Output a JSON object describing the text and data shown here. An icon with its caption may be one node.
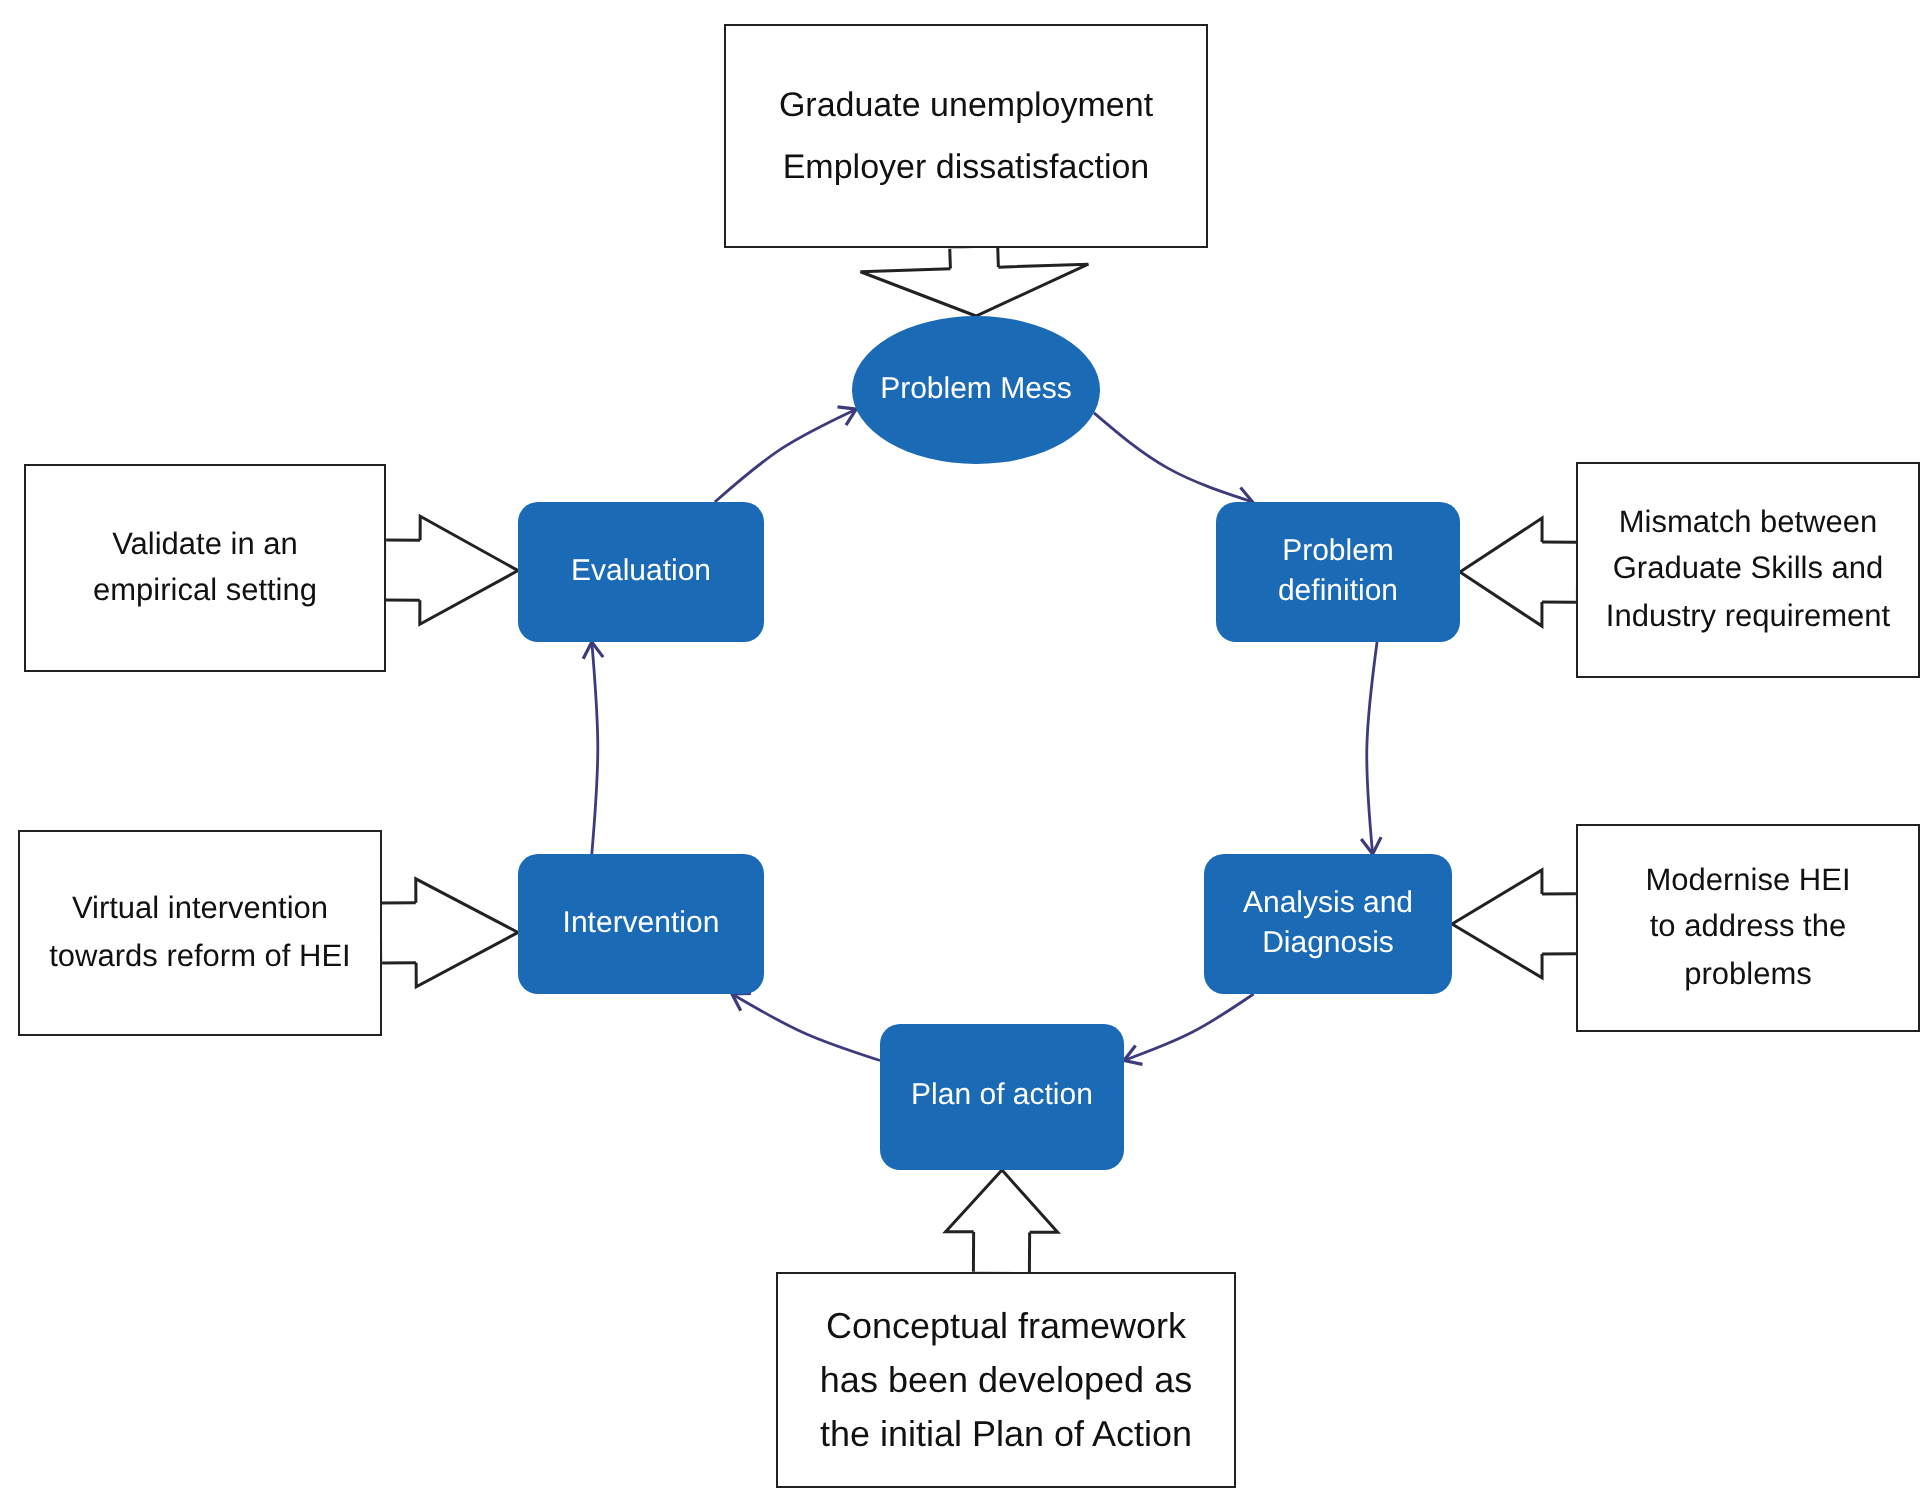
{
  "diagram": {
    "nodes": [
      {
        "text": [
          "Graduate unemployment",
          "Employer dissatisfaction"
        ]
      },
      {
        "text": [
          "Problem Mess"
        ]
      },
      {
        "text": [
          "Validate in an empirical setting"
        ]
      },
      {
        "text": [
          "Evaluation"
        ]
      },
      {
        "text": [
          "Problem definition"
        ]
      },
      {
        "text": [
          "Mismatch between Graduate Skills and Industry requirement"
        ]
      },
      {
        "text": [
          "Virtual intervention towards reform of HEI"
        ]
      },
      {
        "text": [
          "Intervention"
        ]
      },
      {
        "text": [
          "Analysis and Diagnosis"
        ]
      },
      {
        "text": [
          "Modernise HEI to address the problems"
        ]
      },
      {
        "text": [
          "Plan of action"
        ]
      },
      {
        "text": [
          "Conceptual framework has been developed as the initial Plan of Action"
        ]
      }
    ],
    "edges": [
      {
        "from": 0,
        "to": 1,
        "arrow": "to",
        "style": "thick"
      },
      {
        "from": 2,
        "to": 3,
        "arrow": "to",
        "style": "thick"
      },
      {
        "from": 5,
        "to": 4,
        "arrow": "to",
        "style": "thick"
      },
      {
        "from": 6,
        "to": 7,
        "arrow": "to",
        "style": "thick"
      },
      {
        "from": 9,
        "to": 8,
        "arrow": "to",
        "style": "thick"
      },
      {
        "from": 11,
        "to": 10,
        "arrow": "to",
        "style": "thick"
      },
      {
        "from": 1,
        "to": 4,
        "arrow": "to",
        "color": "#3d3b7c"
      },
      {
        "from": 4,
        "to": 8,
        "arrow": "to",
        "color": "#3d3b7c"
      },
      {
        "from": 8,
        "to": 10,
        "arrow": "to",
        "color": "#3d3b7c"
      },
      {
        "from": 10,
        "to": 7,
        "arrow": "to",
        "color": "#3d3b7c"
      },
      {
        "from": 7,
        "to": 3,
        "arrow": "to",
        "color": "#3d3b7c"
      },
      {
        "from": 3,
        "to": 1,
        "arrow": "to",
        "color": "#3d3b7c"
      }
    ]
  }
}
